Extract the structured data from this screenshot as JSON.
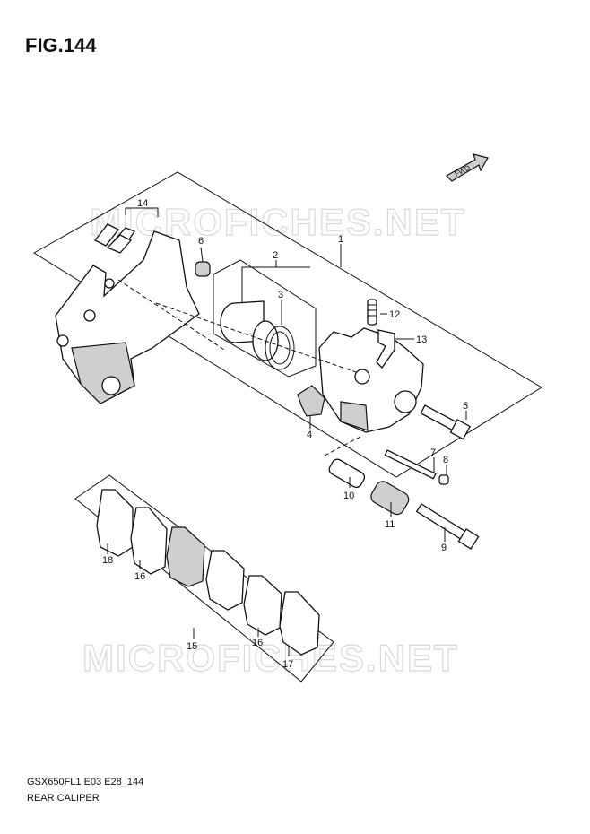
{
  "figure_title": "FIG.144",
  "footer": {
    "model_code": "GSX650FL1 E03 E28_144",
    "section_name": "REAR CALIPER"
  },
  "watermark": "MICROFICHES.NET",
  "fwd_label": "FWD",
  "callouts": [
    "1",
    "2",
    "3",
    "4",
    "5",
    "6",
    "7",
    "8",
    "9",
    "10",
    "11",
    "12",
    "13",
    "14",
    "15",
    "16",
    "16",
    "17",
    "18"
  ]
}
